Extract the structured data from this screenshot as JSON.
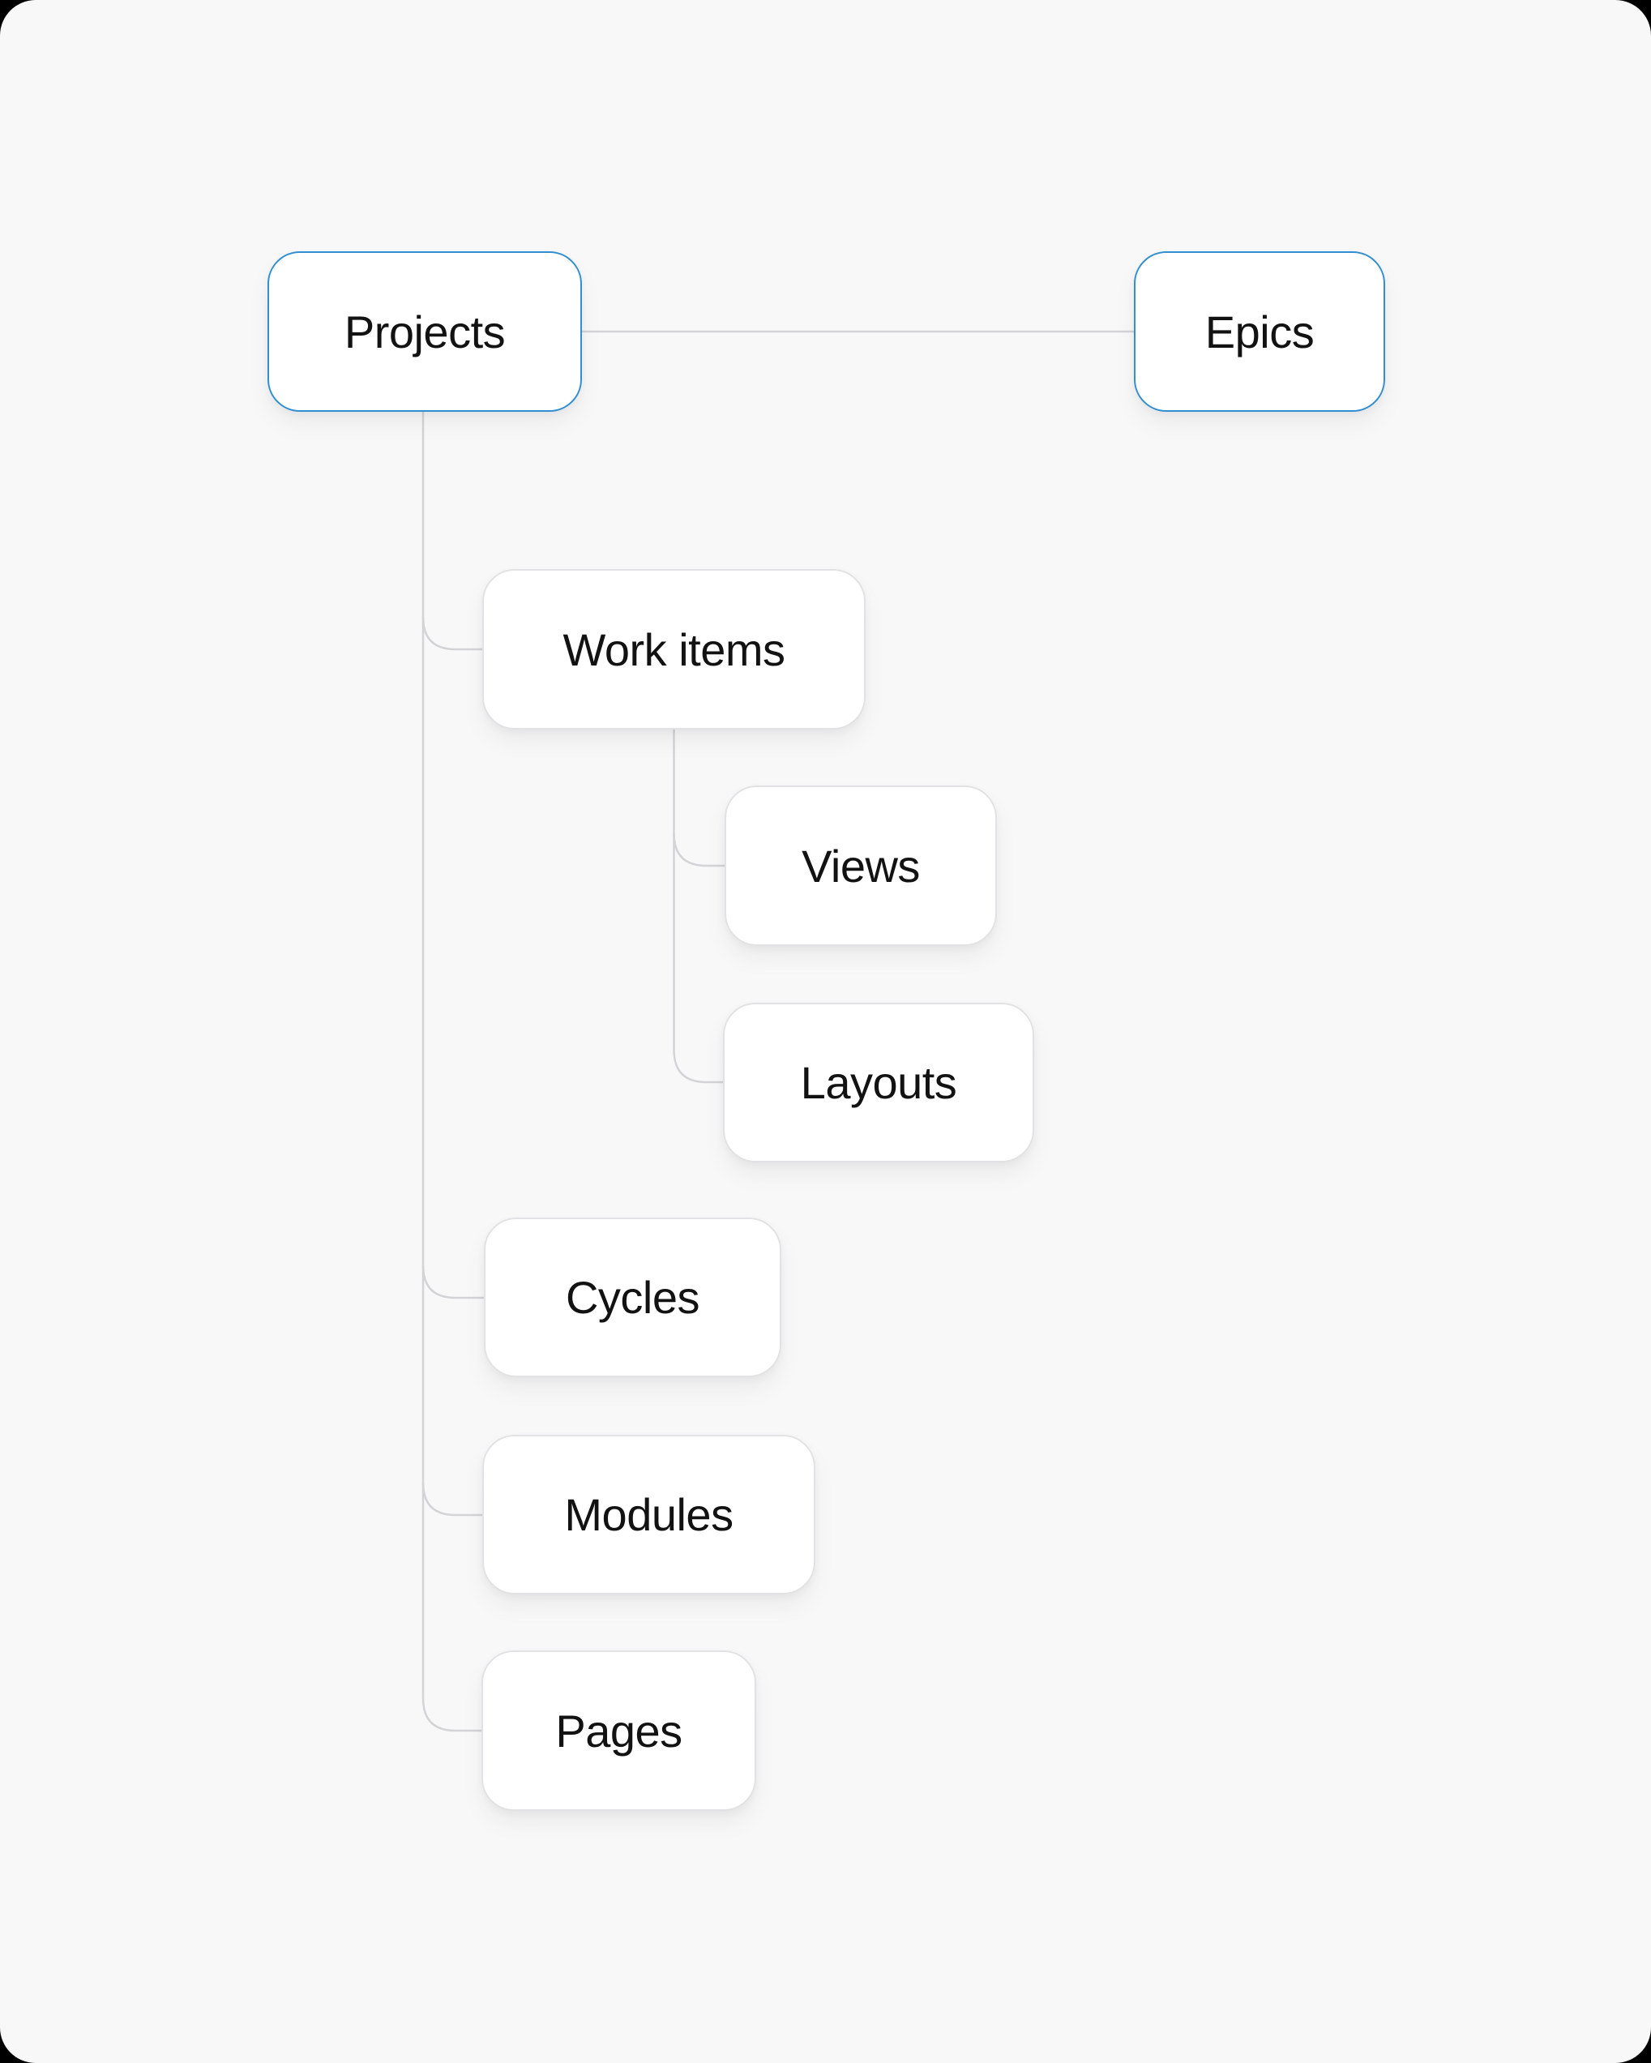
{
  "diagram": {
    "nodes": {
      "projects": {
        "label": "Projects",
        "highlighted": true
      },
      "epics": {
        "label": "Epics",
        "highlighted": true
      },
      "work_items": {
        "label": "Work items",
        "highlighted": false
      },
      "views": {
        "label": "Views",
        "highlighted": false
      },
      "layouts": {
        "label": "Layouts",
        "highlighted": false
      },
      "cycles": {
        "label": "Cycles",
        "highlighted": false
      },
      "modules": {
        "label": "Modules",
        "highlighted": false
      },
      "pages": {
        "label": "Pages",
        "highlighted": false
      }
    },
    "edges": [
      {
        "from": "projects",
        "to": "epics"
      },
      {
        "from": "projects",
        "to": "work_items"
      },
      {
        "from": "work_items",
        "to": "views"
      },
      {
        "from": "work_items",
        "to": "layouts"
      },
      {
        "from": "projects",
        "to": "cycles"
      },
      {
        "from": "projects",
        "to": "modules"
      },
      {
        "from": "projects",
        "to": "pages"
      }
    ],
    "colors": {
      "background": "#F8F8F8",
      "page_frame": "#000000",
      "node_fill": "#FFFFFF",
      "node_border": "#E2E2E4",
      "highlight_border": "#318FD1",
      "connector": "#D4D4D7",
      "text": "#121212"
    }
  }
}
